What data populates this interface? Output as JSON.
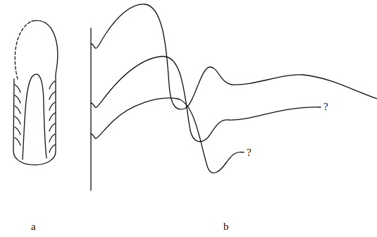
{
  "diagram": {
    "labels": [
      "?",
      "?",
      "a",
      "b"
    ]
  }
}
